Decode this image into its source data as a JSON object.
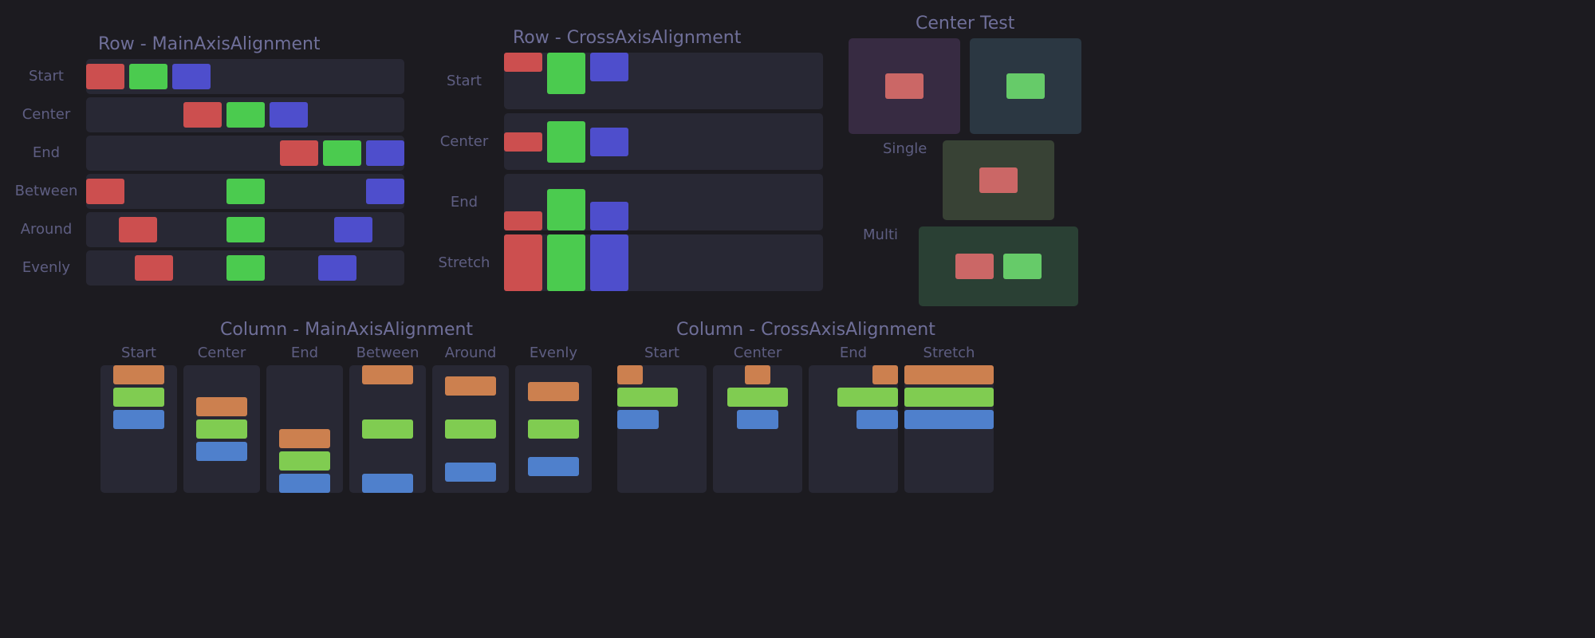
{
  "colors": {
    "background": "#1c1b20",
    "panel": "#282834",
    "row_red": "#cc4f4f",
    "row_green": "#4bcb4f",
    "row_blue": "#4e4ecc",
    "col_orange": "#cc804f",
    "col_green": "#80cc51",
    "col_blue": "#4f80cc",
    "center_red": "#cb6766",
    "center_green": "#66cb69",
    "center_purple_bg": "#372b42",
    "center_slate_bg": "#2b3742",
    "center_olive_bg": "#384235",
    "center_green_bg": "#2a4034"
  },
  "row_main": {
    "title": "Row - MainAxisAlignment",
    "rows": [
      {
        "label": "Start"
      },
      {
        "label": "Center"
      },
      {
        "label": "End"
      },
      {
        "label": "Between"
      },
      {
        "label": "Around"
      },
      {
        "label": "Evenly"
      }
    ]
  },
  "row_cross": {
    "title": "Row - CrossAxisAlignment",
    "rows": [
      {
        "label": "Start"
      },
      {
        "label": "Center"
      },
      {
        "label": "End"
      },
      {
        "label": "Stretch"
      }
    ]
  },
  "center_test": {
    "title": "Center Test",
    "single_label": "Single",
    "multi_label": "Multi"
  },
  "col_main": {
    "title": "Column - MainAxisAlignment",
    "cols": [
      {
        "label": "Start"
      },
      {
        "label": "Center"
      },
      {
        "label": "End"
      },
      {
        "label": "Between"
      },
      {
        "label": "Around"
      },
      {
        "label": "Evenly"
      }
    ]
  },
  "col_cross": {
    "title": "Column - CrossAxisAlignment",
    "cols": [
      {
        "label": "Start"
      },
      {
        "label": "Center"
      },
      {
        "label": "End"
      },
      {
        "label": "Stretch"
      }
    ]
  }
}
